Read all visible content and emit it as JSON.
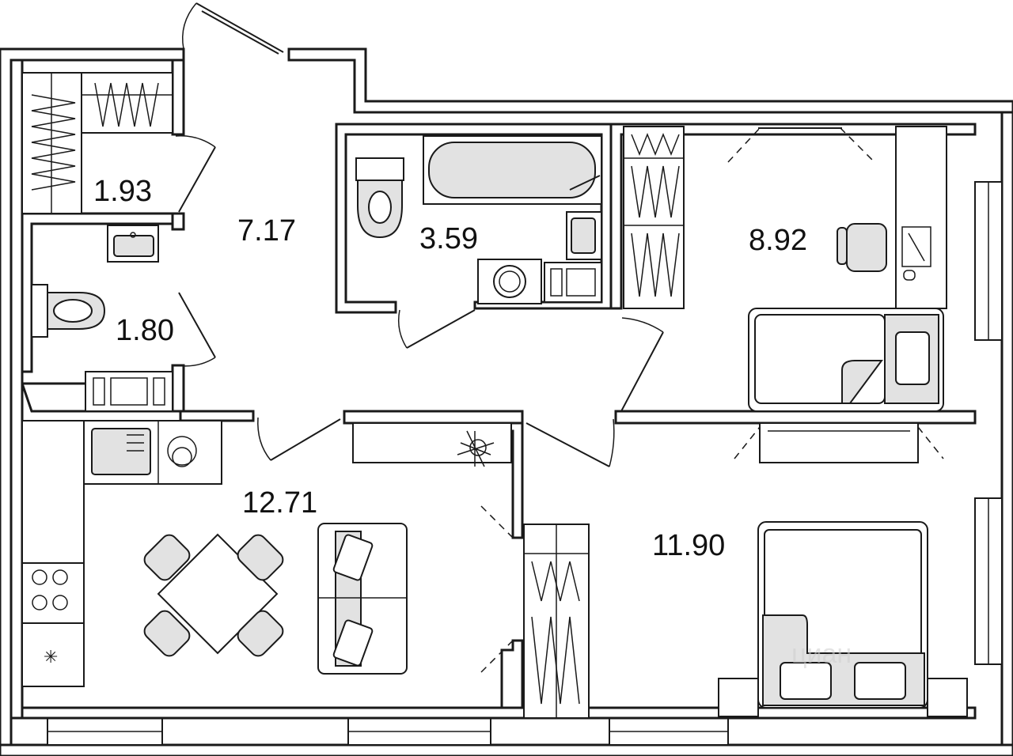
{
  "rooms": [
    {
      "id": "storage",
      "area": "1.93"
    },
    {
      "id": "wc",
      "area": "1.80"
    },
    {
      "id": "hallway",
      "area": "7.17"
    },
    {
      "id": "bathroom",
      "area": "3.59"
    },
    {
      "id": "bedroom-small",
      "area": "8.92"
    },
    {
      "id": "kitchen-living",
      "area": "12.71"
    },
    {
      "id": "bedroom",
      "area": "11.90"
    }
  ],
  "watermark": "циан"
}
